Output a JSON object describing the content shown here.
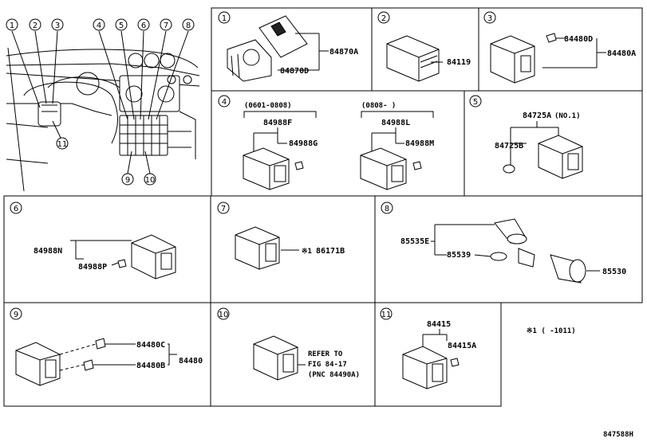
{
  "overview": {
    "callouts_top": [
      "1",
      "2",
      "3",
      "4",
      "5",
      "6",
      "7",
      "8"
    ],
    "callouts_bottom": [
      "9",
      "10",
      "11"
    ]
  },
  "panels": [
    {
      "id": "1",
      "parts": [
        "84870A",
        "84870D"
      ]
    },
    {
      "id": "2",
      "parts": [
        "84119"
      ]
    },
    {
      "id": "3",
      "parts": [
        "84480D",
        "84480A"
      ]
    },
    {
      "id": "4",
      "ranges": [
        "(0601-0808)",
        "(0808-        )"
      ],
      "parts": [
        "84988F",
        "84988G",
        "84988L",
        "84988M"
      ]
    },
    {
      "id": "5",
      "parts": [
        "84725A",
        "84725B"
      ],
      "qualifier": "(NO.1)"
    },
    {
      "id": "6",
      "parts": [
        "84988N",
        "84988P"
      ]
    },
    {
      "id": "7",
      "mark": "※1",
      "parts": [
        "86171B"
      ]
    },
    {
      "id": "8",
      "parts": [
        "85535E",
        "85539",
        "85530"
      ]
    },
    {
      "id": "9",
      "parts": [
        "84480C",
        "84480B",
        "84480"
      ]
    },
    {
      "id": "10",
      "refer": [
        "REFER TO",
        "FIG 84-17",
        "(PNC 84490A)"
      ]
    },
    {
      "id": "11",
      "parts": [
        "84415",
        "84415A"
      ]
    }
  ],
  "footnote": "※1 (      -1011)",
  "figure_id": "847588H"
}
